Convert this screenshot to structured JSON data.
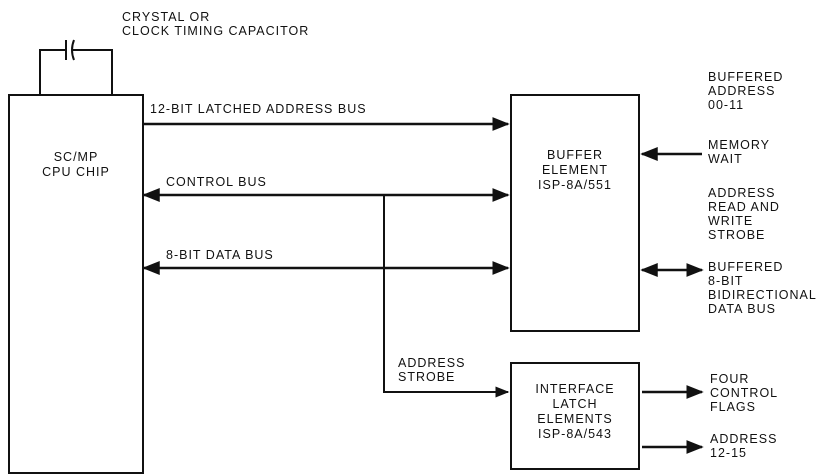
{
  "capacitor": {
    "label_line1": "CRYSTAL OR",
    "label_line2": "CLOCK TIMING CAPACITOR"
  },
  "cpu": {
    "line1": "SC/MP",
    "line2": "CPU CHIP"
  },
  "buffer_element": {
    "line1": "BUFFER",
    "line2": "ELEMENT",
    "line3": "ISP-8A/551"
  },
  "interface_latch": {
    "line1": "INTERFACE",
    "line2": "LATCH",
    "line3": "ELEMENTS",
    "line4": "ISP-8A/543"
  },
  "buses": {
    "address_bus": "12-BIT LATCHED ADDRESS BUS",
    "control_bus": "CONTROL BUS",
    "data_bus": "8-BIT DATA BUS",
    "address_strobe_line1": "ADDRESS",
    "address_strobe_line2": "STROBE"
  },
  "outputs": {
    "buffered_address": [
      "BUFFERED",
      "ADDRESS",
      "00-11"
    ],
    "memory_wait": [
      "MEMORY",
      "WAIT"
    ],
    "rw_strobe": [
      "ADDRESS",
      "READ AND",
      "WRITE",
      "STROBE"
    ],
    "buffered_data": [
      "BUFFERED",
      "8-BIT",
      "BIDIRECTIONAL",
      "DATA BUS"
    ],
    "control_flags": [
      "FOUR",
      "CONTROL",
      "FLAGS"
    ],
    "address_12_15": [
      "ADDRESS",
      "12-15"
    ]
  }
}
